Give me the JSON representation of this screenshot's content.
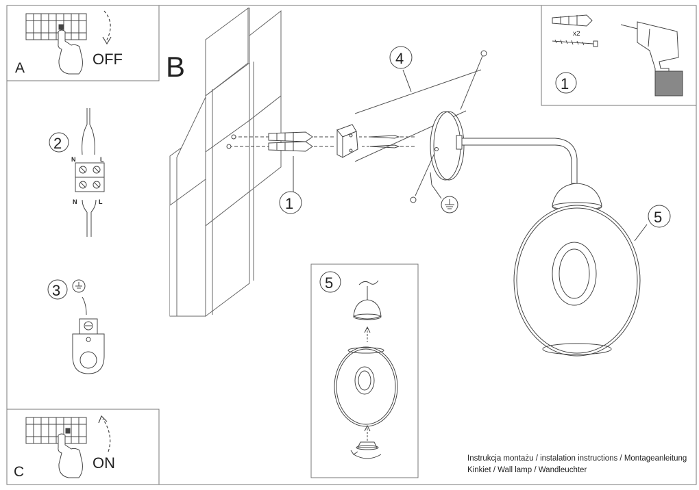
{
  "panels": {
    "a": {
      "letter": "A",
      "word": "OFF"
    },
    "b": {
      "letter": "B"
    },
    "c": {
      "letter": "C",
      "word": "ON"
    }
  },
  "callouts": {
    "one": "1",
    "two": "2",
    "three": "3",
    "four": "4",
    "five": "5"
  },
  "wire_labels": {
    "n": "N",
    "l": "L"
  },
  "anchor_quantity": "x2",
  "caption": {
    "line1": "Instrukcja montażu / instalation instructions / Montageanleitung",
    "line2": "Kinkiet / Wall lamp / Wandleuchter"
  },
  "colors": {
    "line": "#555555",
    "ink": "#222222",
    "frame": "#777777"
  }
}
